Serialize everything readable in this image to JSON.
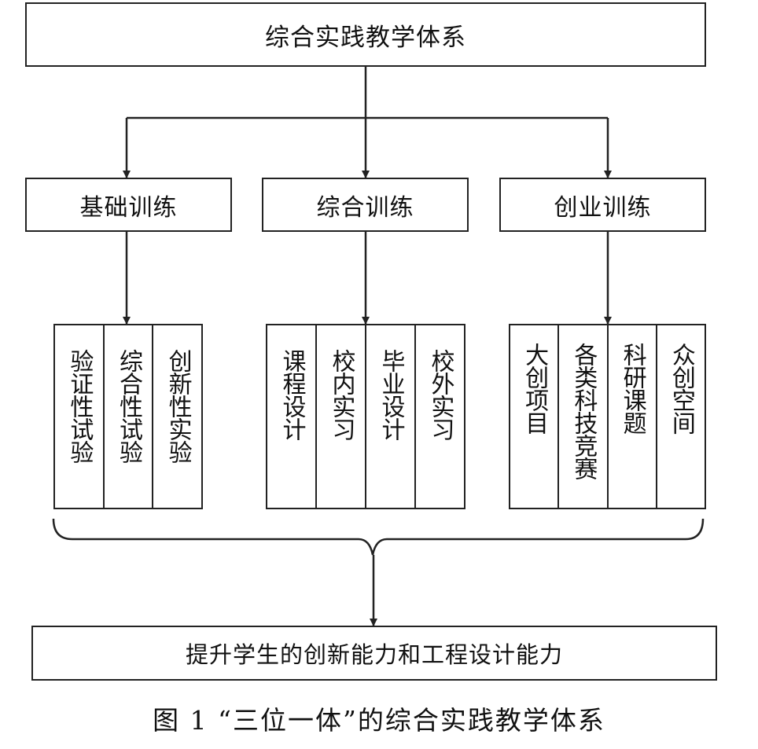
{
  "top": {
    "title": "综合实践教学体系"
  },
  "categories": [
    {
      "label": "基础训练",
      "items": [
        "验证性试验",
        "综合性试验",
        "创新性实验"
      ]
    },
    {
      "label": "综合训练",
      "items": [
        "课程设计",
        "校内实习",
        "毕业设计",
        "校外实习"
      ]
    },
    {
      "label": "创业训练",
      "items": [
        "大创项目",
        "各类科技竞赛",
        "科研课题",
        "众创空间"
      ]
    }
  ],
  "bottom": {
    "text": "提升学生的创新能力和工程设计能力"
  },
  "caption": "图 1 “三位一体”的综合实践教学体系"
}
